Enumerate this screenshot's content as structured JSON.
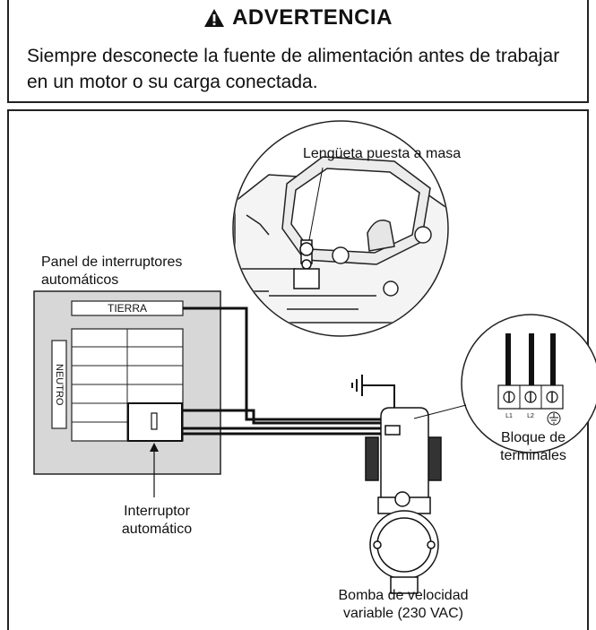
{
  "warning": {
    "icon": "warning-triangle-icon",
    "title": "ADVERTENCIA",
    "text": "Siempre desconecte la fuente de alimentación antes de trabajar en un motor o su carga conectada."
  },
  "diagram": {
    "ground_lug_label": "Lengüeta puesta a masa",
    "panel_label": "Panel de interruptores automáticos",
    "ground_bar_label": "TIERRA",
    "neutral_bar_label": "NEUTRO",
    "breaker_label": "Interruptor automático",
    "terminal_block_label": "Bloque de terminales",
    "terminal_marks": [
      "L1",
      "L2"
    ],
    "pump_label": "Bomba de velocidad variable (230 VAC)"
  }
}
